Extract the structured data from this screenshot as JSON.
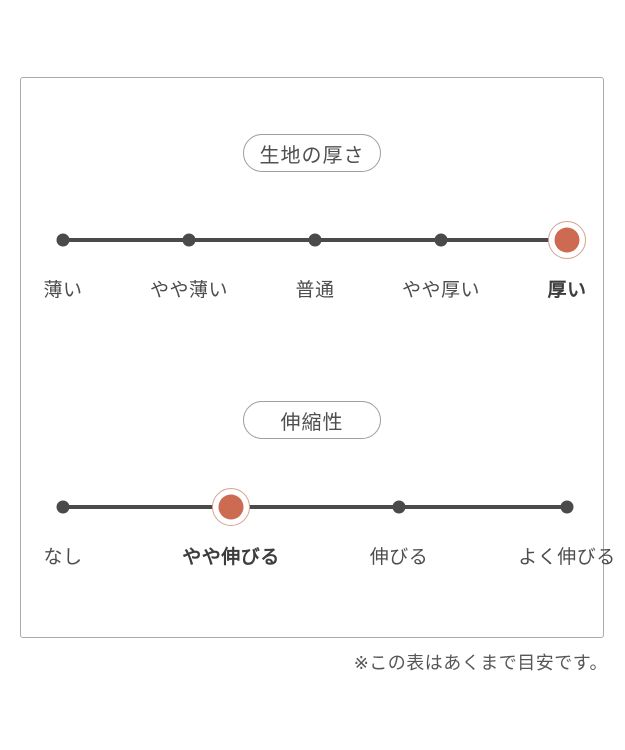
{
  "colors": {
    "accent": "#cd6a52",
    "accent_ring": "#d6a295",
    "line": "#4a4a4a",
    "panel_border": "#aaaaaa"
  },
  "scales": [
    {
      "title": "生地の厚さ",
      "items": [
        {
          "label": "薄い",
          "selected": false
        },
        {
          "label": "やや薄い",
          "selected": false
        },
        {
          "label": "普通",
          "selected": false
        },
        {
          "label": "やや厚い",
          "selected": false
        },
        {
          "label": "厚い",
          "selected": true
        }
      ]
    },
    {
      "title": "伸縮性",
      "items": [
        {
          "label": "なし",
          "selected": false
        },
        {
          "label": "やや伸びる",
          "selected": true
        },
        {
          "label": "伸びる",
          "selected": false
        },
        {
          "label": "よく伸びる",
          "selected": false
        }
      ]
    }
  ],
  "footnote": "※この表はあくまで目安です。"
}
